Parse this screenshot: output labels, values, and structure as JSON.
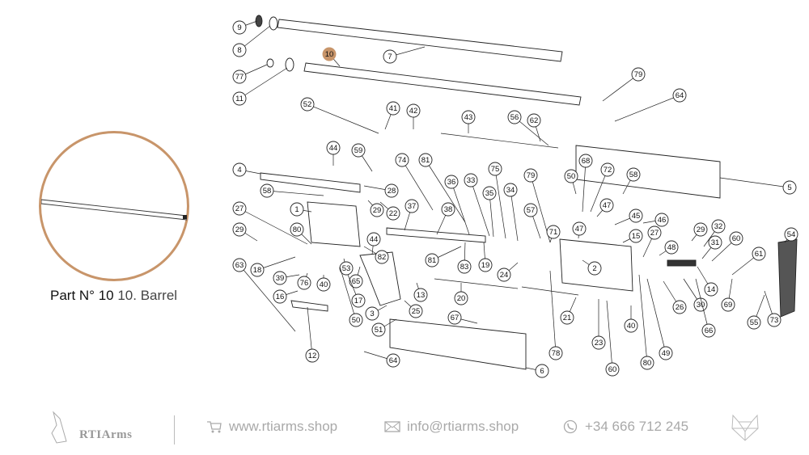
{
  "highlight": {
    "part_number": "10",
    "accent_color": "#c8956a"
  },
  "caption": {
    "prefix": "Part N° 10",
    "name": "10. Barrel"
  },
  "callouts": [
    "9",
    "8",
    "7",
    "10",
    "77",
    "11",
    "79",
    "64",
    "52",
    "41",
    "42",
    "43",
    "56",
    "62",
    "44",
    "59",
    "74",
    "81",
    "4",
    "5",
    "36",
    "33",
    "75",
    "79",
    "35",
    "34",
    "50",
    "68",
    "72",
    "58",
    "28",
    "58",
    "29",
    "22",
    "37",
    "38",
    "57",
    "47",
    "45",
    "46",
    "1",
    "27",
    "29",
    "80",
    "71",
    "47",
    "15",
    "29",
    "32",
    "27",
    "31",
    "60",
    "48",
    "44",
    "82",
    "81",
    "63",
    "18",
    "53",
    "65",
    "19",
    "83",
    "2",
    "24",
    "61",
    "54",
    "39",
    "76",
    "40",
    "14",
    "17",
    "16",
    "20",
    "13",
    "26",
    "30",
    "69",
    "66",
    "55",
    "73",
    "3",
    "25",
    "50",
    "21",
    "67",
    "51",
    "40",
    "23",
    "78",
    "12",
    "80",
    "49",
    "64",
    "60",
    "6"
  ],
  "footer": {
    "brand": "RTIArms",
    "website": "www.rtiarms.shop",
    "email": "info@rtiarms.shop",
    "phone": "+34 666 712 245"
  }
}
